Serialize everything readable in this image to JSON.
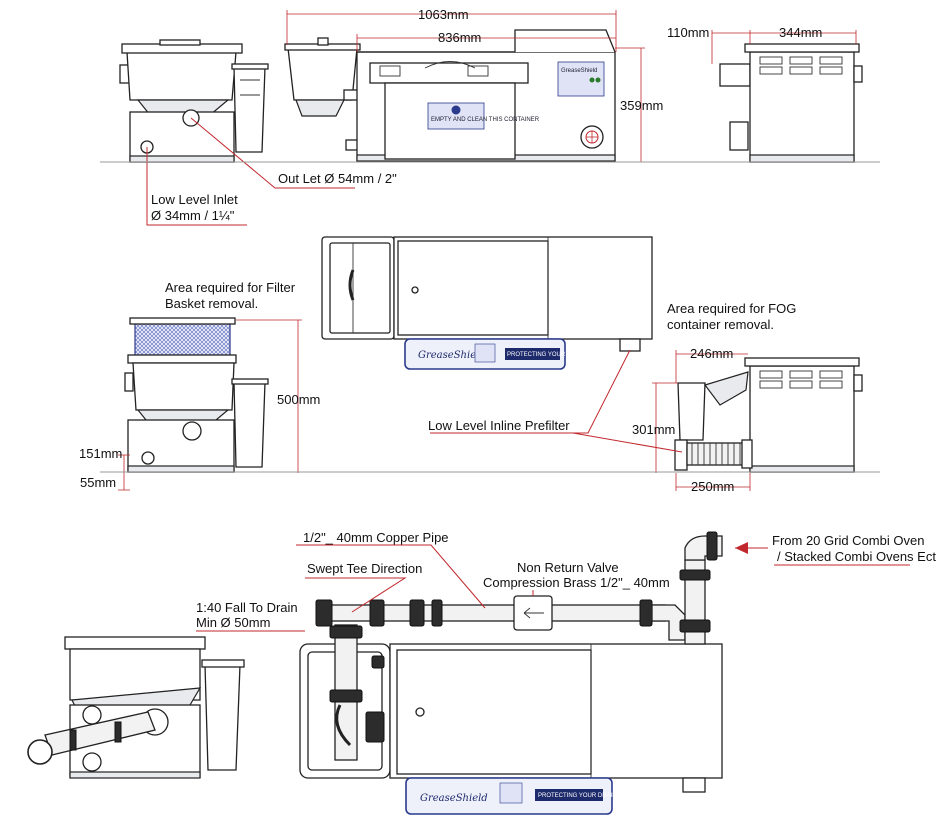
{
  "dimensions": {
    "overall_length": "1063mm",
    "tank_length": "836mm",
    "outlet_projection": "110mm",
    "tank_width": "344mm",
    "height": "359mm",
    "filter_removal_height": "500mm",
    "outlet_height": "151mm",
    "inlet_height": "55mm",
    "fog_removal_width": "246mm",
    "fog_removal_height": "301mm",
    "prefilter_length": "250mm"
  },
  "labels": {
    "outlet": "Out Let Ø  54mm / 2\"",
    "low_level_inlet_line1": "Low Level Inlet",
    "low_level_inlet_line2": "Ø  34mm / 1¼\"",
    "filter_area_line1": "Area required for Filter",
    "filter_area_line2": "Basket   removal.",
    "fog_area_line1": "Area required for FOG",
    "fog_area_line2": "container removal.",
    "inline_prefilter": "Low Level Inline Prefilter",
    "copper_pipe": "1/2\"_ 40mm  Copper Pipe",
    "swept_tee": "Swept Tee Direction",
    "nrv_line1": "Non Return Valve",
    "nrv_line2": "Compression Brass 1/2\"_ 40mm",
    "fall_line1": "1:40 Fall To Drain",
    "fall_line2": "Min Ø 50mm",
    "from_oven_line1": "From 20 Grid Combi Oven",
    "from_oven_line2": "/ Stacked Combi Ovens Ect"
  },
  "product": {
    "brand": "GreaseShield",
    "tagline": "PROTECTING YOUR DRAINS",
    "warning_text": "EMPTY AND CLEAN THIS CONTAINER"
  },
  "colors": {
    "dimension_line": "#c0282d",
    "outline": "#222222",
    "brand_blue": "#2a3a8c"
  }
}
